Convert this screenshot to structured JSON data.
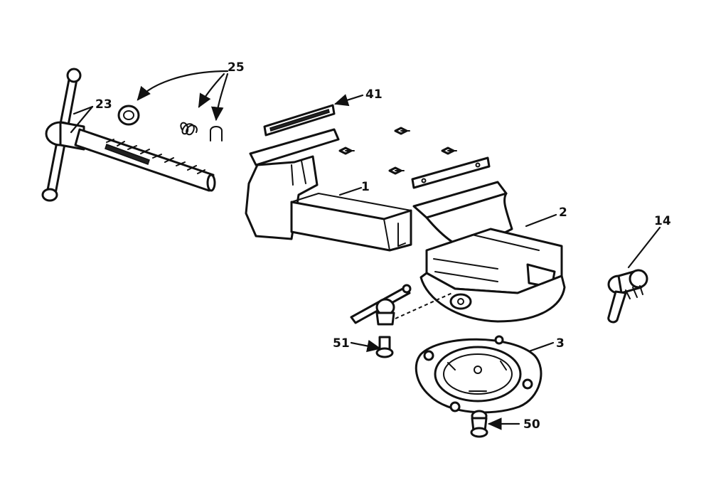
{
  "diagram": {
    "labels": {
      "part_1": "1",
      "part_2": "2",
      "part_3": "3",
      "part_14": "14",
      "part_23": "23",
      "part_25": "25",
      "part_41": "41",
      "part_50": "50",
      "part_51": "51"
    },
    "colors": {
      "ink": "#111111",
      "background": "#ffffff"
    }
  }
}
